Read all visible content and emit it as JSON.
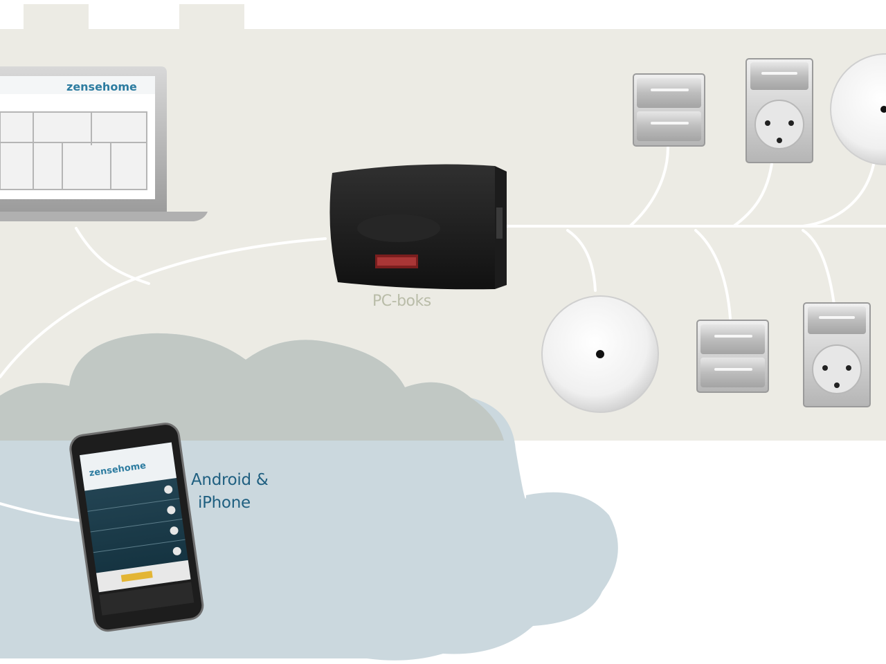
{
  "labels": {
    "pc_box": "PC-boks",
    "phone_line1": "Android &",
    "phone_line2": "iPhone"
  },
  "brand": {
    "logo_text": "zensehome"
  },
  "colors": {
    "house": "#ecebe4",
    "cloud_dark": "#c1c8c4",
    "cloud_light": "#cbd8de",
    "wire": "#ffffff",
    "pc_label": "#b9bca8",
    "phone_label": "#1f5f80"
  }
}
